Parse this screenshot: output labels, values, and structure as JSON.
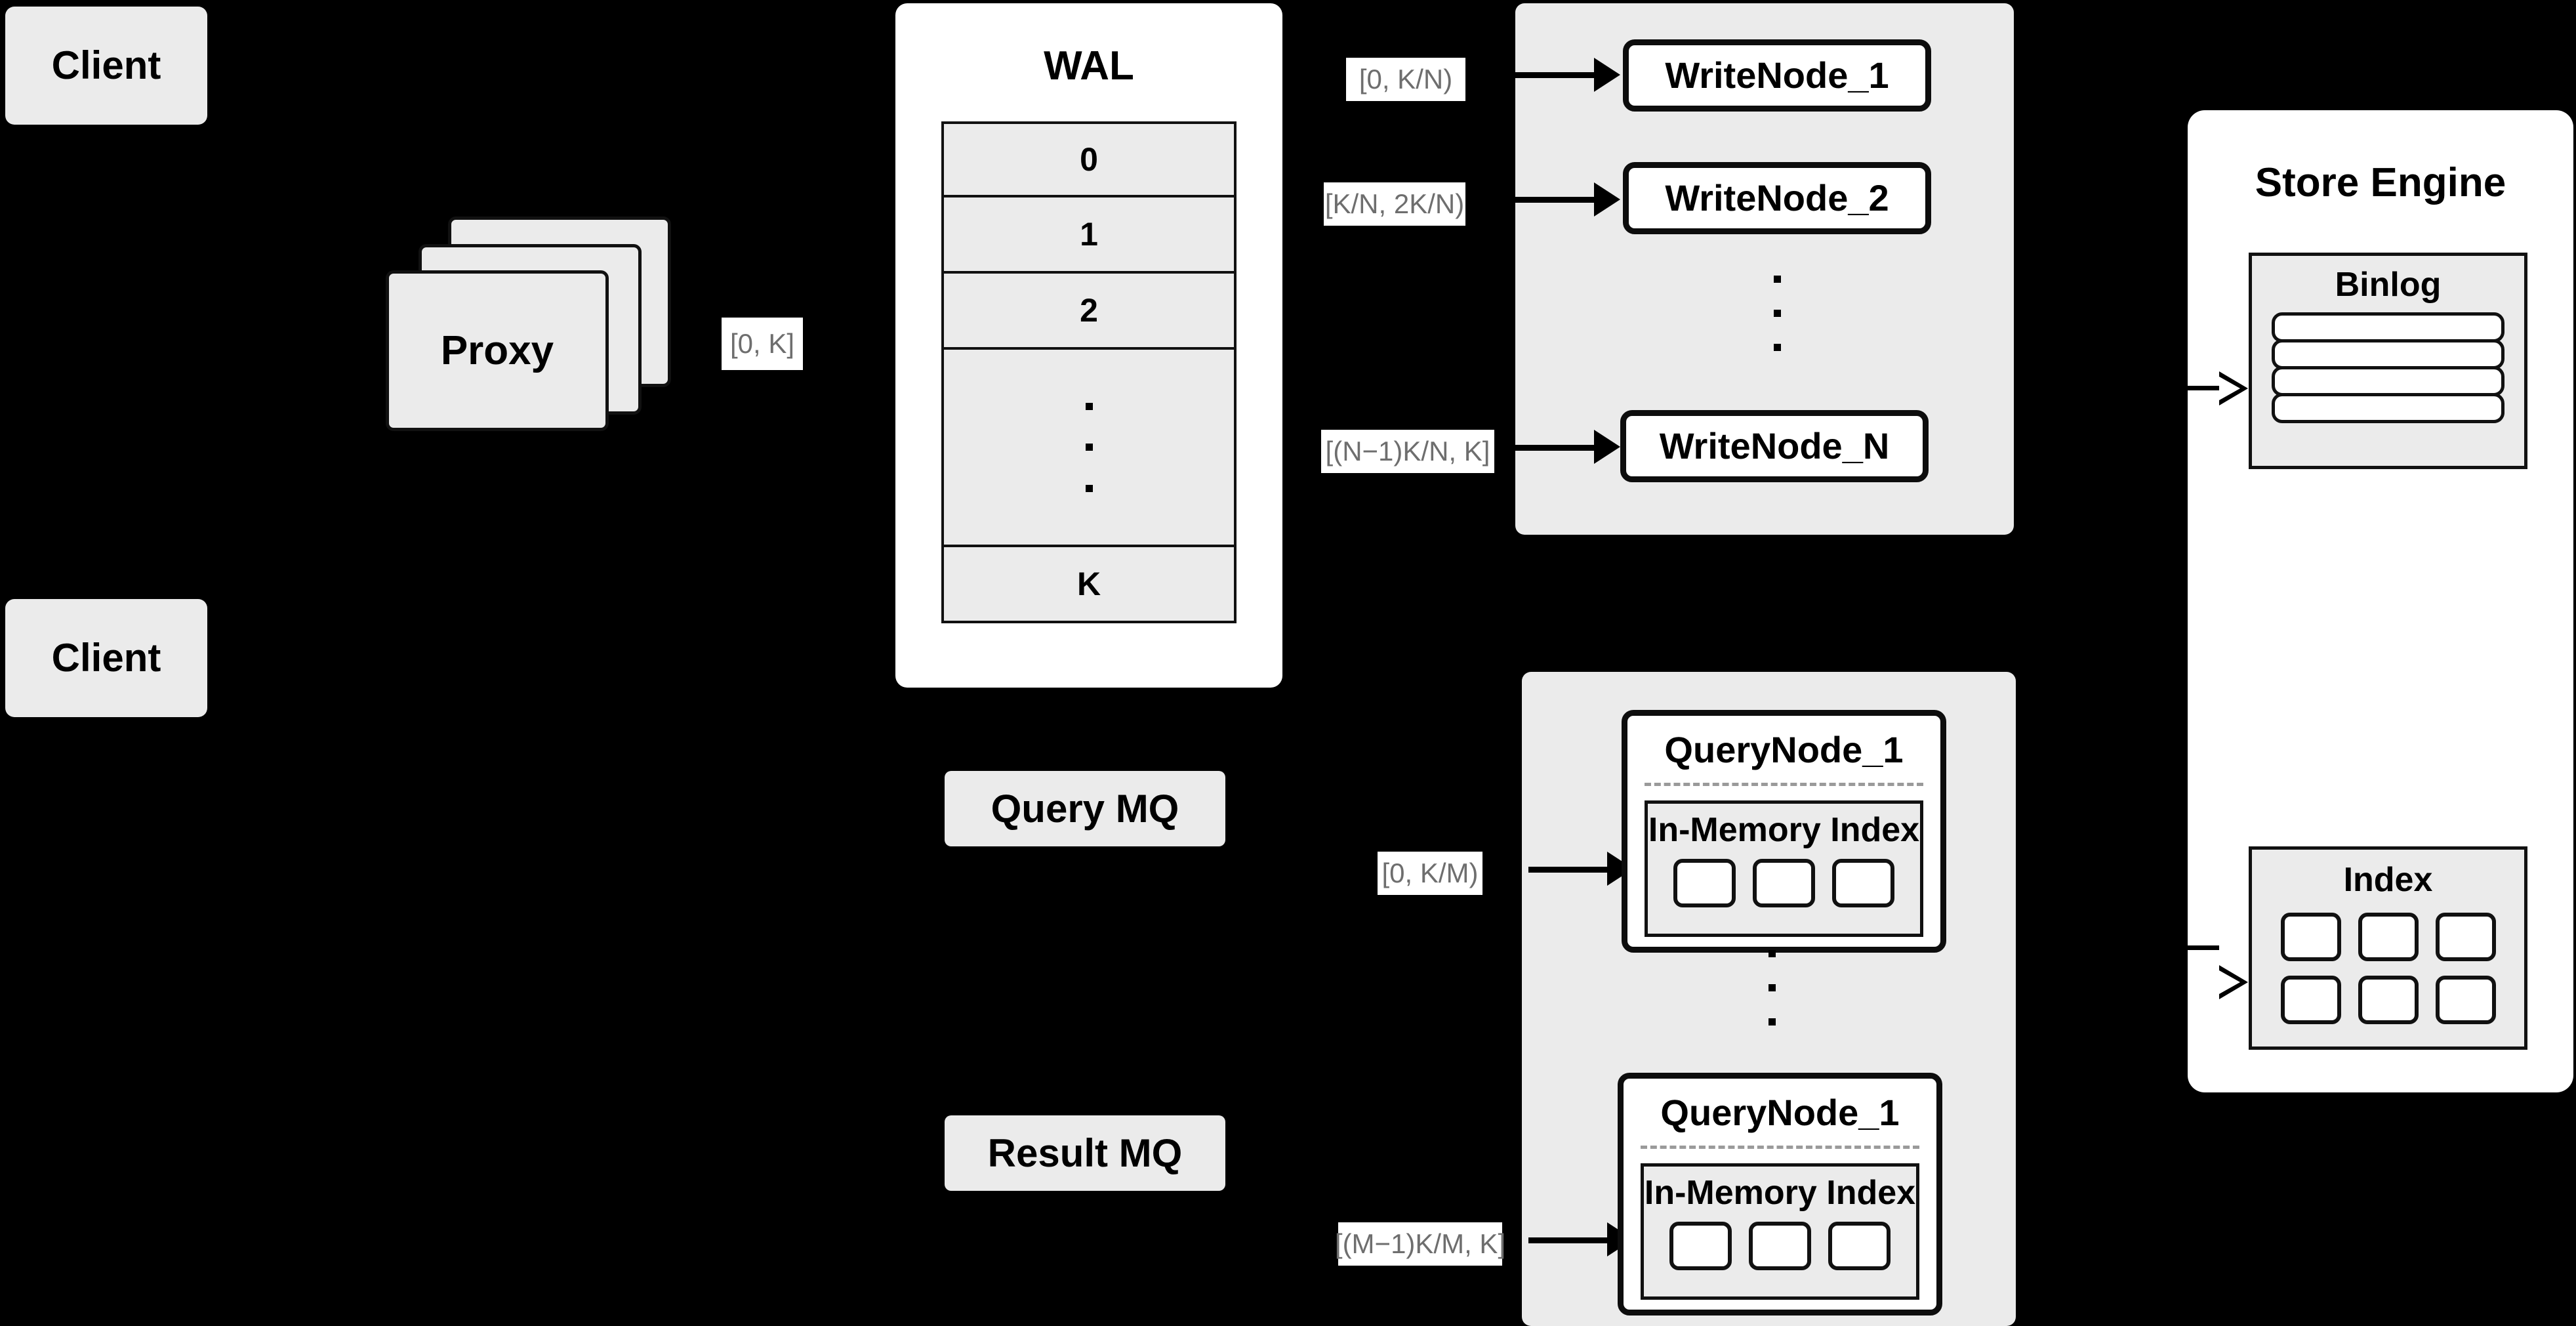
{
  "diagram": {
    "clients": [
      {
        "label": "Client"
      },
      {
        "label": "Client"
      }
    ],
    "proxy": {
      "label": "Proxy",
      "range_label": "[0, K]"
    },
    "wal": {
      "title": "WAL",
      "rows": [
        "0",
        "1",
        "2",
        "",
        "K"
      ],
      "ellipsis_row_index": 3
    },
    "query_mq": {
      "label": "Query MQ"
    },
    "result_mq": {
      "label": "Result MQ"
    },
    "write_cluster": {
      "nodes": [
        {
          "label": "WriteNode_1",
          "range_label": "[0,  K/N)"
        },
        {
          "label": "WriteNode_2",
          "range_label": "[K/N, 2K/N)"
        },
        {
          "label": "WriteNode_N",
          "range_label": "[(N−1)K/N,  K]"
        }
      ]
    },
    "query_cluster": {
      "nodes": [
        {
          "label": "QueryNode_1",
          "range_label": "[0, K/M)",
          "index_title": "In-Memory Index",
          "index_cells": [
            "",
            "",
            ""
          ]
        },
        {
          "label": "QueryNode_1",
          "range_label": "[(M−1)K/M, K]",
          "index_title": "In-Memory Index",
          "index_cells": [
            "",
            "",
            ""
          ]
        }
      ]
    },
    "store_engine": {
      "title": "Store Engine",
      "binlog": {
        "title": "Binlog",
        "rows": [
          "",
          "",
          "",
          ""
        ]
      },
      "index": {
        "title": "Index",
        "cells": [
          "",
          "",
          "",
          "",
          "",
          ""
        ]
      }
    },
    "colors": {
      "background": "#000000",
      "card_fill": "#ebebeb",
      "panel_fill": "#ffffff",
      "stroke": "#111111",
      "label_text": "#6e6e6e"
    }
  }
}
